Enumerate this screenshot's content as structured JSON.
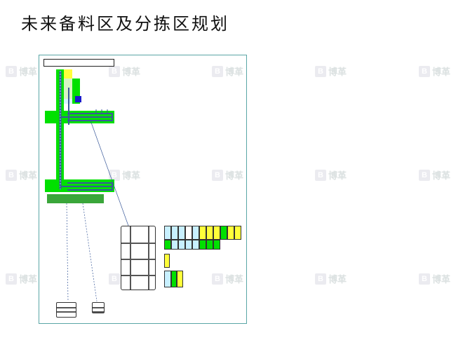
{
  "page": {
    "title": "未来备料区及分拣区规划"
  },
  "watermark": {
    "logo_glyph": "B",
    "text": "博革",
    "rows": 3,
    "cols": 5
  },
  "colors": {
    "zone_green": "#00e000",
    "zone_yellow": "#ffff3a",
    "zone_lightblue": "#c8f0ff",
    "conveyor_blue": "#3a5a9a",
    "frame_teal": "#5aa6a6"
  }
}
